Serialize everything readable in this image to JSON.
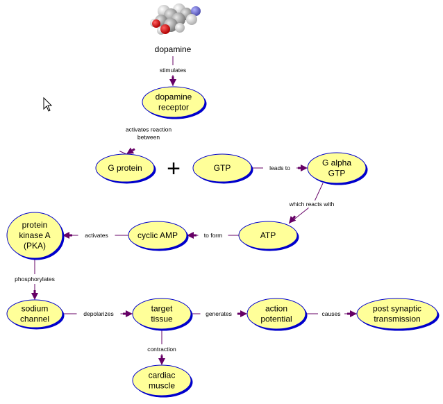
{
  "title_concept": "dopamine",
  "colors": {
    "node_fill": "#FFFF99",
    "node_border": "#0000CC",
    "node_shadow": "#0000CC",
    "link": "#660066"
  },
  "nodes": [
    {
      "id": "dopamine_receptor",
      "lines": [
        "dopamine",
        "receptor"
      ]
    },
    {
      "id": "g_protein",
      "lines": [
        "G protein"
      ]
    },
    {
      "id": "gtp",
      "lines": [
        "GTP"
      ]
    },
    {
      "id": "g_alpha_gtp",
      "lines": [
        "G alpha",
        "GTP"
      ]
    },
    {
      "id": "atp",
      "lines": [
        "ATP"
      ]
    },
    {
      "id": "cyclic_amp",
      "lines": [
        "cyclic AMP"
      ]
    },
    {
      "id": "pka",
      "lines": [
        "protein",
        "kinase A",
        "(PKA)"
      ]
    },
    {
      "id": "sodium_channel",
      "lines": [
        "sodium",
        "channel"
      ]
    },
    {
      "id": "target_tissue",
      "lines": [
        "target",
        "tissue"
      ]
    },
    {
      "id": "action_potential",
      "lines": [
        "action",
        "potential"
      ]
    },
    {
      "id": "post_synaptic",
      "lines": [
        "post synaptic",
        "transmission"
      ]
    },
    {
      "id": "cardiac_muscle",
      "lines": [
        "cardiac",
        "muscle"
      ]
    }
  ],
  "links": [
    {
      "from": "dopamine",
      "to": "dopamine_receptor",
      "lines": [
        "stimulates"
      ]
    },
    {
      "from": "dopamine_receptor",
      "to": "g_protein",
      "lines": [
        "activates reaction",
        "between"
      ]
    },
    {
      "from": "gtp",
      "to": "g_alpha_gtp",
      "lines": [
        "leads to"
      ]
    },
    {
      "from": "g_alpha_gtp",
      "to": "atp",
      "lines": [
        "which reacts with"
      ]
    },
    {
      "from": "atp",
      "to": "cyclic_amp",
      "lines": [
        "to form"
      ]
    },
    {
      "from": "cyclic_amp",
      "to": "pka",
      "lines": [
        "activates"
      ]
    },
    {
      "from": "pka",
      "to": "sodium_channel",
      "lines": [
        "phosphorylates"
      ]
    },
    {
      "from": "sodium_channel",
      "to": "target_tissue",
      "lines": [
        "depolarizes"
      ]
    },
    {
      "from": "target_tissue",
      "to": "action_potential",
      "lines": [
        "generates"
      ]
    },
    {
      "from": "action_potential",
      "to": "post_synaptic",
      "lines": [
        "causes"
      ]
    },
    {
      "from": "target_tissue",
      "to": "cardiac_muscle",
      "lines": [
        "contraction"
      ]
    }
  ],
  "plus_symbol": "+"
}
